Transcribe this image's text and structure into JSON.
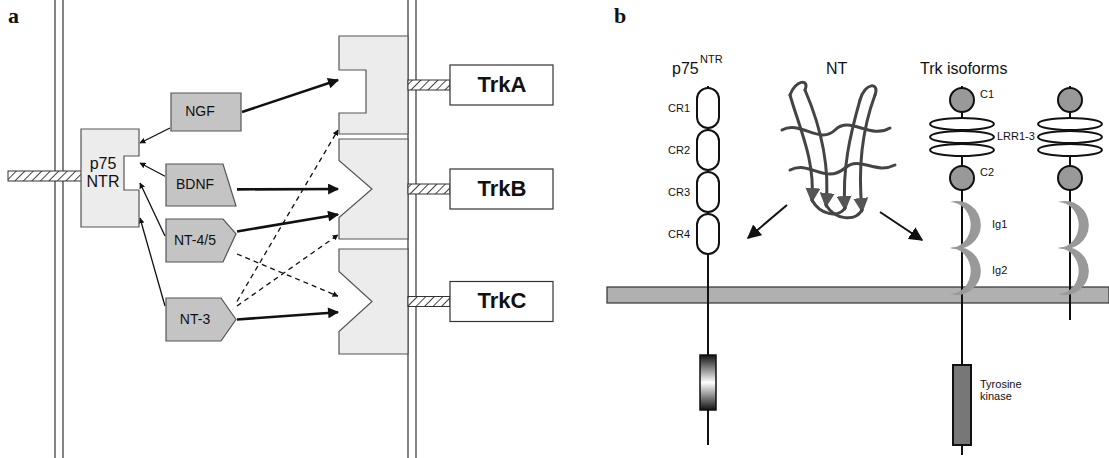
{
  "diagram": {
    "nodes": [
      {
        "text": [
          "NGF"
        ]
      },
      {
        "text": [
          "BDNF"
        ]
      },
      {
        "text": [
          "NT-4/5"
        ]
      },
      {
        "text": [
          "NT-3"
        ]
      },
      {
        "text": [
          "p75 NTR"
        ]
      },
      {
        "text": [
          "TrkA"
        ]
      },
      {
        "text": [
          "TrkB"
        ]
      },
      {
        "text": [
          "TrkC"
        ]
      }
    ],
    "edges": [
      {
        "from": 0,
        "to": 4,
        "arrow": "to"
      },
      {
        "from": 0,
        "to": 5,
        "arrow": "to"
      },
      {
        "from": 1,
        "to": 4,
        "arrow": "to"
      },
      {
        "from": 1,
        "to": 6,
        "arrow": "to"
      },
      {
        "from": 2,
        "to": 4,
        "arrow": "to"
      },
      {
        "from": 2,
        "to": 6,
        "arrow": "to"
      },
      {
        "from": 2,
        "to": 7,
        "arrow": "to"
      },
      {
        "from": 3,
        "to": 4,
        "arrow": "to"
      },
      {
        "from": 3,
        "to": 7,
        "arrow": "to"
      },
      {
        "from": 3,
        "to": 5,
        "arrow": "to"
      },
      {
        "from": 3,
        "to": 6,
        "arrow": "to"
      }
    ],
    "labels": [
      "a",
      "b",
      "p75",
      "NTR",
      "NT",
      "Trk isoforms",
      "CR1",
      "CR2",
      "CR3",
      "CR4",
      "C1",
      "LRR1-3",
      "C2",
      "Ig1",
      "Ig2",
      "Tyrosine kinase"
    ]
  }
}
